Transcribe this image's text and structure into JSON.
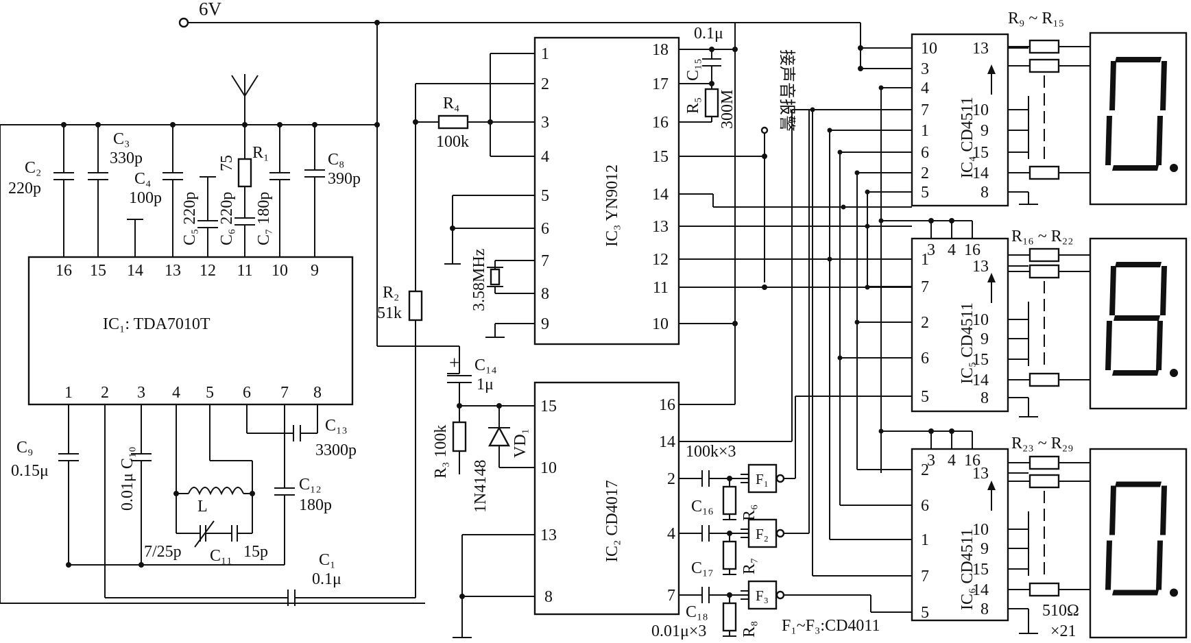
{
  "supply": "6V",
  "ic1": {
    "label": "IC₁: TDA7010T",
    "pins_top": [
      "16",
      "15",
      "14",
      "13",
      "12",
      "11",
      "10",
      "9"
    ],
    "pins_bottom": [
      "1",
      "2",
      "3",
      "4",
      "5",
      "6",
      "7",
      "8"
    ]
  },
  "ic3": {
    "label": "IC₃ YN9012",
    "pins_left": [
      "1",
      "2",
      "3",
      "4",
      "5",
      "6",
      "7",
      "8",
      "9"
    ],
    "pins_right": [
      "18",
      "17",
      "16",
      "15",
      "14",
      "13",
      "12",
      "11",
      "10"
    ]
  },
  "ic2": {
    "label": "IC₂ CD4017",
    "pins_left": [
      "15",
      "10",
      "13",
      "8"
    ],
    "pins_right": [
      "16",
      "14",
      "2",
      "4",
      "7"
    ]
  },
  "ic4": {
    "label": "IC₄ CD4511",
    "pins_left": [
      "10",
      "3",
      "4",
      "7",
      "1",
      "6",
      "2",
      "5"
    ],
    "pins_right": [
      "13",
      "10",
      "9",
      "15",
      "14",
      "8"
    ]
  },
  "ic5": {
    "label": "IC₅ CD4511",
    "pins_top": [
      "3",
      "4",
      "16"
    ],
    "pins_left": [
      "1",
      "7",
      "2",
      "6",
      "5"
    ],
    "pins_right": [
      "13",
      "10",
      "9",
      "15",
      "14",
      "8"
    ]
  },
  "ic6": {
    "label": "IC₆ CD4511",
    "pins_top": [
      "3",
      "4",
      "16"
    ],
    "pins_left": [
      "2",
      "6",
      "1",
      "7",
      "5"
    ],
    "pins_right": [
      "13",
      "10",
      "9",
      "15",
      "14",
      "8"
    ]
  },
  "components": {
    "c2": "C₂",
    "c2v": "220p",
    "c3": "C₃",
    "c3v": "330p",
    "c4": "C₄",
    "c4v": "100p",
    "c5": "C₅ 220p",
    "c6": "C₆ 220p",
    "c7": "C₇ 180p",
    "r1": "R₁",
    "r1v": "75",
    "c8": "C₈",
    "c8v": "390p",
    "c9": "C₉",
    "c9v": "0.15μ",
    "c10": "0.01μ C₁₀",
    "l": "L",
    "c11": "C₁₁",
    "c11a": "7/25p",
    "c11b": "15p",
    "c12": "C₁₂",
    "c12v": "180p",
    "c13": "C₁₃",
    "c13v": "3300p",
    "c1": "C₁",
    "c1v": "0.1μ",
    "r4": "R₄",
    "r4v": "100k",
    "r2": "R₂",
    "r2v": "51k",
    "xtal": "3.58MHz",
    "c15v": "0.1μ",
    "c15": "C₁₅",
    "r5": "R₅",
    "r5v": "300M",
    "alarm": "接声音报警",
    "c14": "C₁₄",
    "c14v": "1μ",
    "r3": "R₃ 100k",
    "vd1": "VD₁",
    "d1v": "1N4148",
    "r678v": "100k×3",
    "c16": "C₁₆",
    "c17": "C₁₇",
    "c18": "C₁₈",
    "c161718v": "0.01μ×3",
    "r6": "R₆",
    "r7": "R₇",
    "r8": "R₈",
    "f1": "F₁",
    "f2": "F₂",
    "f3": "F₃",
    "fnote": "F₁~F₃:CD4011",
    "r9": "R₉ ~ R₁₅",
    "r16": "R₁₆ ~ R₂₂",
    "r23": "R₂₃ ~ R₂₉",
    "r510": "510Ω",
    "x21": "×21"
  }
}
